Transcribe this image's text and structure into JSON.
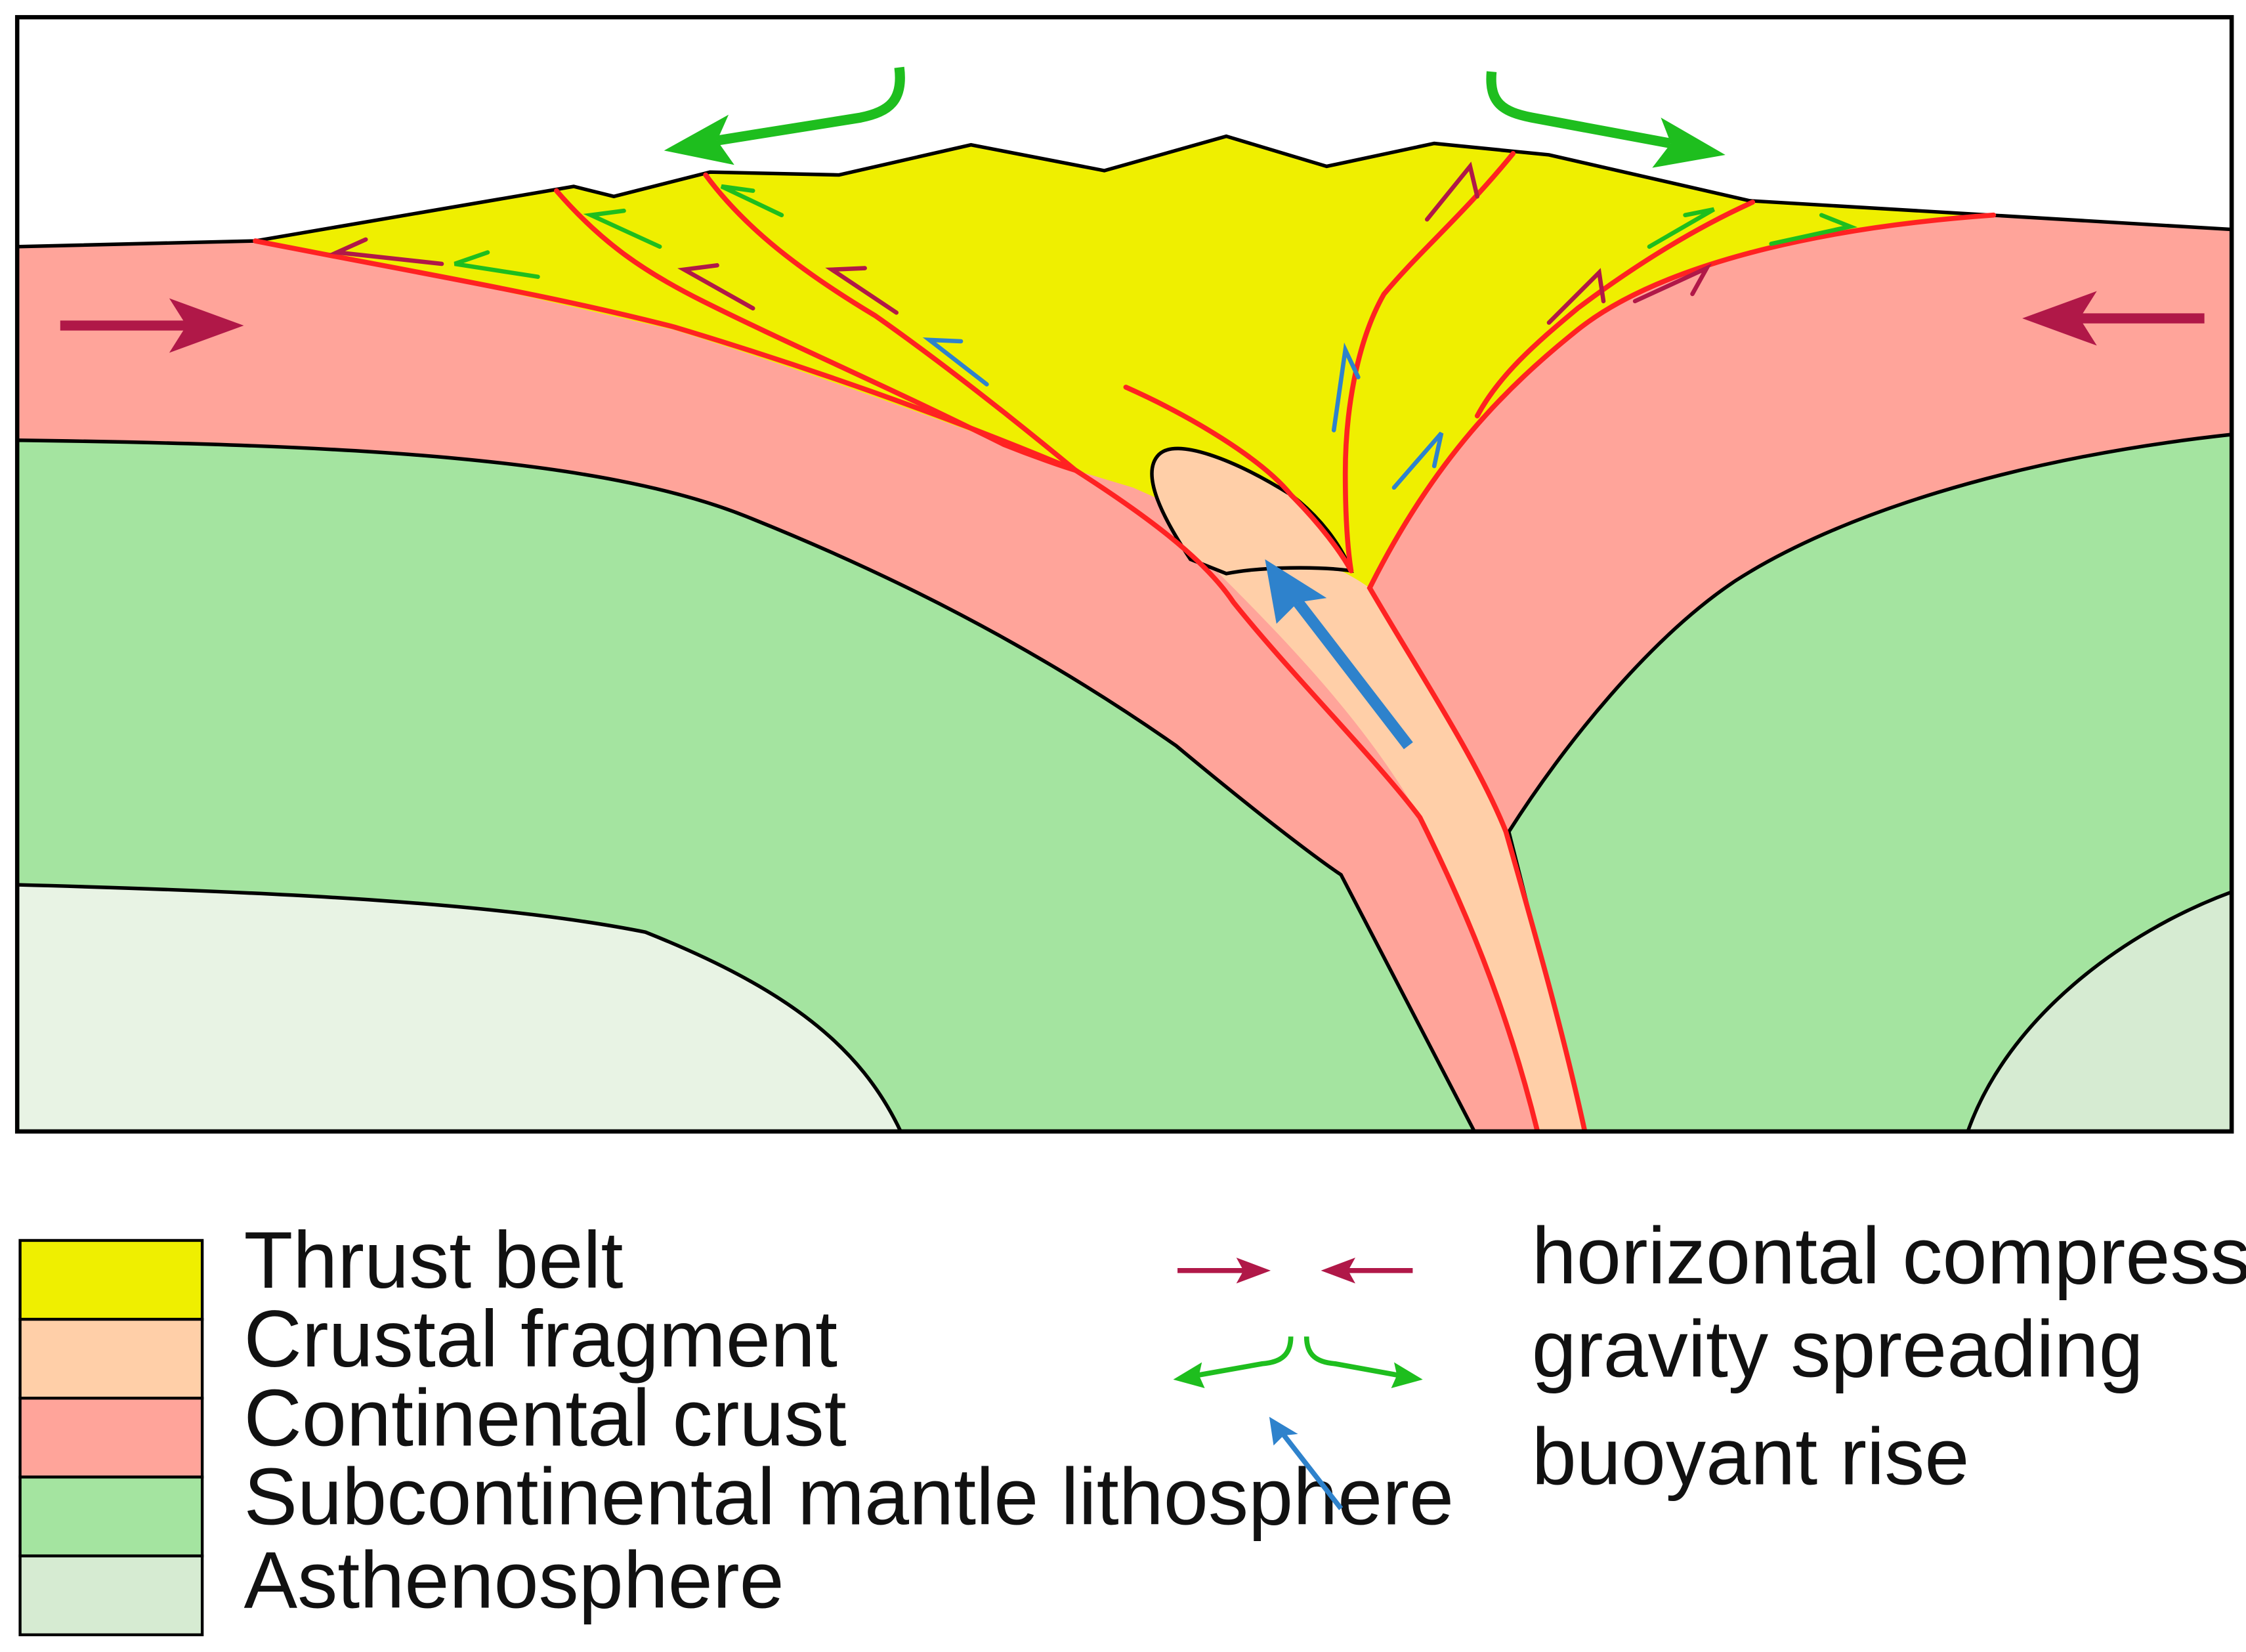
{
  "legend": {
    "units": [
      {
        "label": "Thrust belt",
        "color": "#EFEF00"
      },
      {
        "label": "Crustal fragment",
        "color": "#FFCFA8"
      },
      {
        "label": "Continental crust",
        "color": "#FFA49A"
      },
      {
        "label": "Subcontinental mantle lithosphere",
        "color": "#A4E4A0"
      },
      {
        "label": "Asthenosphere",
        "color": "#D6EBD2"
      }
    ],
    "arrows": [
      {
        "label": "horizontal compression",
        "color": "#B01848"
      },
      {
        "label": "gravity spreading",
        "color": "#1EBE1E"
      },
      {
        "label": "buoyant rise",
        "color": "#2E82CC"
      }
    ]
  },
  "colors": {
    "fault": "#FF2222",
    "outline": "#000000",
    "asthenosphere_left": "#E8F3E4"
  }
}
